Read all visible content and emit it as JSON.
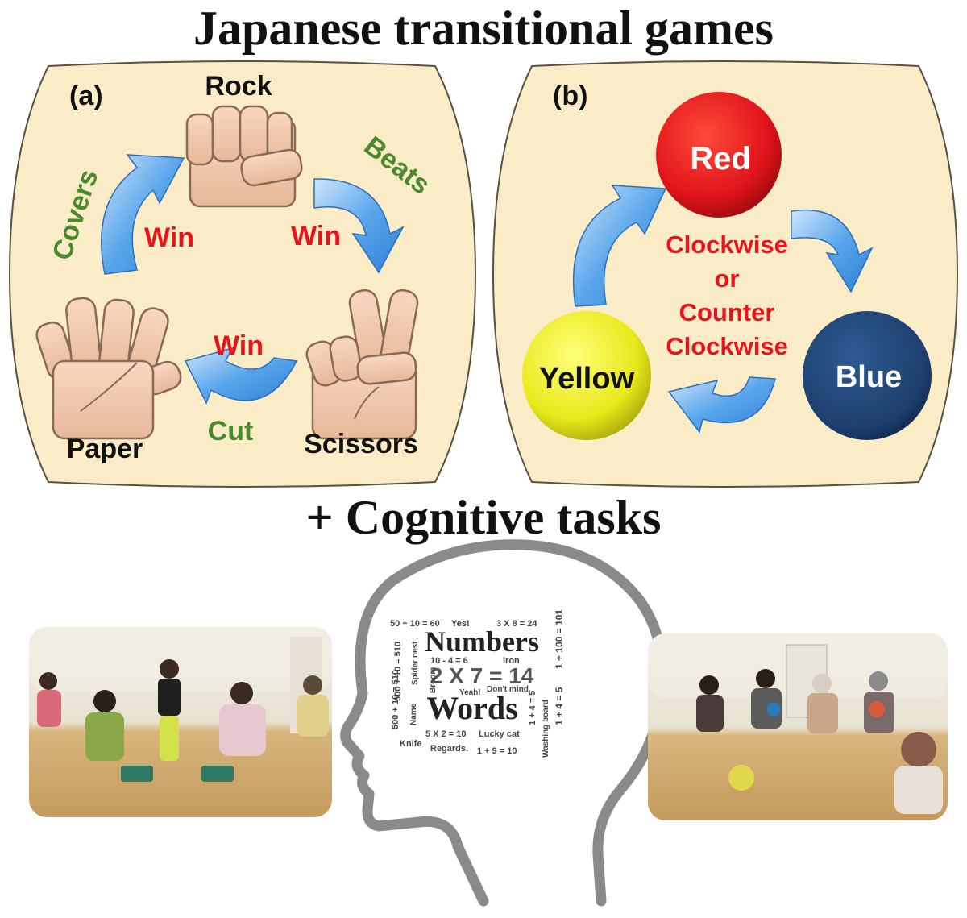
{
  "title": "Japanese transitional games",
  "subtitle": "+ Cognitive tasks",
  "panel_a": {
    "label": "(a)",
    "rock": "Rock",
    "paper": "Paper",
    "scissors": "Scissors",
    "win_1": "Win",
    "win_2": "Win",
    "win_3": "Win",
    "covers": "Covers",
    "beats": "Beats",
    "cut": "Cut"
  },
  "panel_b": {
    "label": "(b)",
    "red": "Red",
    "blue": "Blue",
    "yellow": "Yellow",
    "direction_lines": [
      "Clockwise",
      "or",
      "Counter",
      "Clockwise"
    ]
  },
  "head": {
    "numbers": "Numbers",
    "words": "Words",
    "eq_big": "2 X 7 = 14",
    "small": [
      "50 + 10 = 60",
      "Yes!",
      "3 X 8 = 24",
      "10 - 4 = 6",
      "Iron",
      "Yeah!",
      "Don't mind.",
      "5 X 2 = 10",
      "Lucky cat",
      "Knife",
      "Regards.",
      "1 + 9 = 10",
      "1 + 4 = 5"
    ],
    "vertical": [
      "500 + 10 = 510",
      "Spider nest",
      "Broom",
      "500 + 10 = 510",
      "Name",
      "1 + 100 = 101",
      "Washing board",
      "1 + 4 = 5"
    ]
  },
  "colors": {
    "panel_bg": "#fbecc8",
    "win": "#e8141b",
    "action_green": "#4a8a2c",
    "red_ball": "#e0141a",
    "blue_ball": "#1d3f6e",
    "yellow_ball": "#e8e81a",
    "arrow_blue": "#3b8fe0",
    "head_outline": "#8a8a8a"
  }
}
